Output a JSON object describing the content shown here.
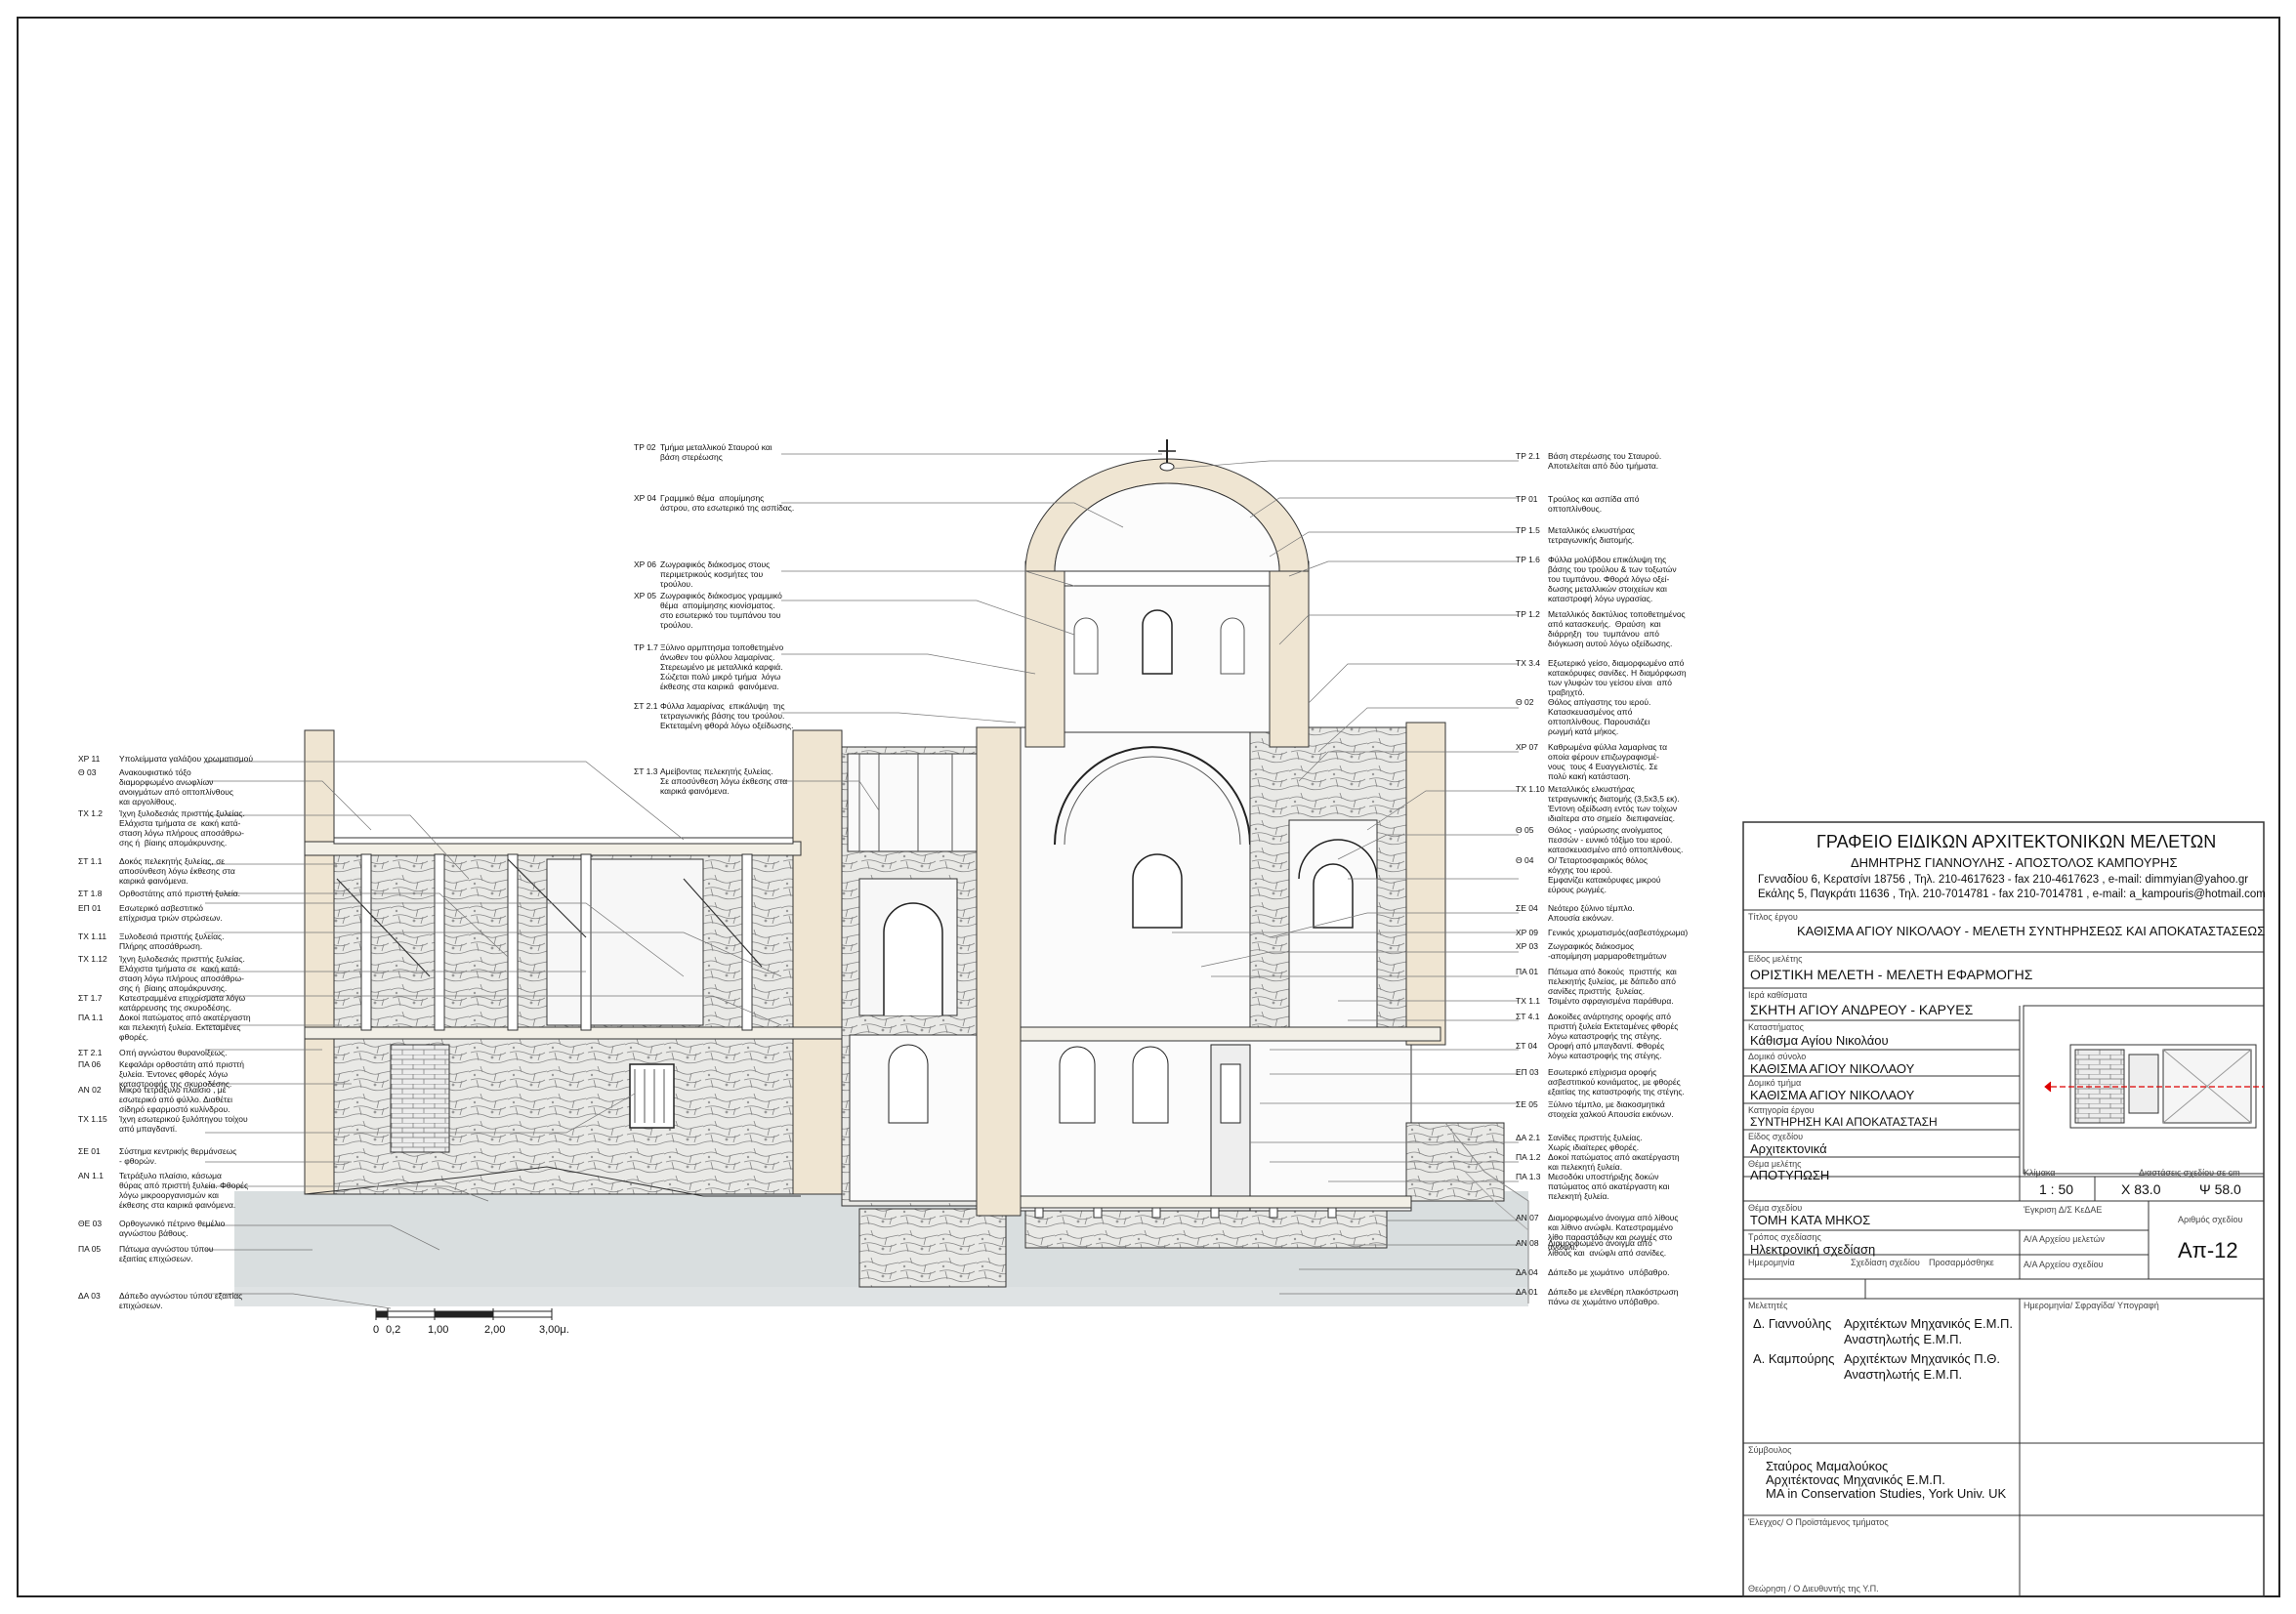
{
  "office": {
    "title": "ΓΡΑΦΕΙΟ ΕΙΔΙΚΩΝ ΑΡΧΙΤΕΚΤΟΝΙΚΩΝ ΜΕΛΕΤΩΝ",
    "names": "ΔΗΜΗΤΡΗΣ ΓΙΑΝΝΟΥΛΗΣ  -  ΑΠΟΣΤΟΛΟΣ ΚΑΜΠΟΥΡΗΣ",
    "address1": "Γενναδίου 6, Κερατσίνι 18756 , Τηλ. 210-4617623 - fax 210-4617623 , e-mail: dimmyian@yahoo.gr",
    "address2": "Εκάλης 5, Παγκράτι 11636 , Τηλ. 210-7014781 - fax 210-7014781 , e-mail: a_kampouris@hotmail.com"
  },
  "titleblock": {
    "project_label": "Τίτλος έργου",
    "project": "ΚΑΘΙΣΜΑ ΑΓΙΟΥ ΝΙΚΟΛΑΟΥ - ΜΕΛΕΤΗ ΣΥΝΤΗΡΗΣΕΩΣ ΚΑΙ ΑΠΟΚΑΤΑΣΤΑΣΕΩΣ",
    "study_label": "Είδος μελέτης",
    "study": "ΟΡΙΣΤΙΚΗ ΜΕΛΕΤΗ - ΜΕΛΕΤΗ ΕΦΑΡΜΟΓΗΣ",
    "place_label": "Ιερά καθίσματα",
    "place": "ΣΚΗΤΗ ΑΓΙΟΥ ΑΝΔΡΕΟΥ - ΚΑΡΥΕΣ",
    "location_label": "Καταστήματος",
    "location": "Κάθισμα Αγίου Νικολάου",
    "complex_label": "Δομικό σύνολο",
    "complex": "ΚΑΘΙΣΜΑ ΑΓΙΟΥ ΝΙΚΟΛΑΟΥ",
    "building_label": "Δομικό τμήμα",
    "building": "ΚΑΘΙΣΜΑ ΑΓΙΟΥ ΝΙΚΟΛΑΟΥ",
    "category_label": "Κατηγορία έργου",
    "category": "ΣΥΝΤΗΡΗΣΗ ΚΑΙ ΑΠΟΚΑΤΑΣΤΑΣΗ",
    "type_label": "Είδος σχεδίου",
    "type": "Αρχιτεκτονικά",
    "subject_label": "Θέμα μελέτης",
    "subject": "ΑΠΟΤΥΠΩΣΗ",
    "scale_label": "Κλίμακα",
    "scale": "1 : 50",
    "dims_label": "Διαστάσεις σχεδίου σε cm",
    "dim_x": "Χ  83.0",
    "dim_y": "Ψ  58.0",
    "drawing_label": "Θέμα σχεδίου",
    "drawing": "ΤΟΜΗ ΚΑΤΑ ΜΗΚΟΣ",
    "ref_label": "Έγκριση Δ/Σ ΚεΔΑΕ",
    "method_label": "Τρόπος σχεδίασης",
    "method": "Ηλεκτρονική σχεδίαση",
    "number_label": "Αριθμός σχεδίου",
    "number": "Απ-12",
    "date_label": "Ημερομηνία",
    "drawn_label": "Σχεδίαση σχεδίου",
    "check_label": "Προσαρμόσθηκε",
    "ref2_label": "Α/Α Αρχείου μελετών",
    "ref3_label": "Α/Α Αρχείου σχεδίου",
    "ref4_label": "Α/Α Αρχείου σχεδίου",
    "engineers_label": "Μελετητές",
    "eng1_name": "Δ. Γιαννούλης",
    "eng1_role1": "Αρχιτέκτων Μηχανικός Ε.Μ.Π.",
    "eng1_role2": "Αναστηλωτής Ε.Μ.Π.",
    "eng2_name": "Α. Καμπούρης",
    "eng2_role1": "Αρχιτέκτων Μηχανικός Π.Θ.",
    "eng2_role2": "Αναστηλωτής Ε.Μ.Π.",
    "sign_label": "Ημερομηνία/ Σφραγίδα/ Υπογραφή",
    "advisor_label": "Σύμβουλος",
    "advisor1": "Σταύρος  Μαμαλούκος",
    "advisor2": "Αρχιτέκτονας Μηχανικός Ε.Μ.Π.",
    "advisor3": "MA in Conservation Studies, York Univ. UK",
    "approve_label": "Έλεγχος/ Ο Προϊστάμενος τμήματος",
    "approve2_label": "Θεώρηση / Ο Διευθυντής της Υ.Π."
  },
  "scale_bar": {
    "t0": "0",
    "t1": "0,2",
    "t2": "1,00",
    "t3": "2,00",
    "t4": "3,00μ."
  },
  "annotations_left": [
    {
      "code": "ΧΡ  11",
      "text": "Υπολείμματα γαλάζιου χρωματισμού"
    },
    {
      "code": "Θ  03",
      "text": "Ανακουφιστικό τόξο\nδιαμορφωμένο ανωφλίων\nανοιγμάτων από οπτοπλίνθους\nκαι αργολίθους."
    },
    {
      "code": "ΤΧ  1.2",
      "text": "Ίχνη ξυλοδεσιάς πρισττής ξυλείας.\nΕλάχιστα τμήματα σε  κακή κατά-\nσταση λόγω πλήρους αποσάθρω-\nσης ή  βίαιης απομάκρυνσης."
    },
    {
      "code": "ΣΤ  1.1",
      "text": "Δοκός πελεκητής ξυλείας, σε\nαποσύνθεση λόγω έκθεσης στα\nκαιρικά φαινόμενα."
    },
    {
      "code": "ΣΤ  1.8",
      "text": "Ορθοστάτης από πρισττή ξυλεία."
    },
    {
      "code": "ΕΠ  01",
      "text": "Εσωτερικό ασβεστιτικό\nεπίχρισμα τριών στρώσεων."
    },
    {
      "code": "ΤΧ  1.11",
      "text": "Ξυλοδεσιά πρισττής ξυλείας.\nΠλήρης αποσάθρωση."
    },
    {
      "code": "ΤΧ  1.12",
      "text": "Ίχνη ξυλοδεσιάς πρισττής ξυλείας.\nΕλάχιστα τμήματα σε  κακή κατά-\nσταση λόγω πλήρους αποσάθρω-\nσης ή  βίαιης απομάκρυνσης."
    },
    {
      "code": "ΣΤ  1.7",
      "text": "Κατεστραμμένα επιχρίσματα λόγω\nκατάρρευσης της σκυροδέσης."
    },
    {
      "code": "ΠΑ  1.1",
      "text": "Δοκοί πατώματος από ακατέργαστη\nκαι πελεκητή ξυλεία. Εκτεταμένες\nφθορές."
    },
    {
      "code": "ΣΤ  2.1",
      "text": "Οπή αγνώστου θυρανοίξεως."
    },
    {
      "code": "ΠΑ  06",
      "text": "Κεφαλάρι ορθοστάτη από πρισττή\nξυλεία. Έντονες φθορές λόγω\nκαταστροφής της σκυροδέσης."
    },
    {
      "code": "ΑΝ  02",
      "text": "Μικρό τετράξυλο πλαίσιο , με\nεσωτερικό από φύλλο. Διαθέτει\nσίδηρό εφαρμοστό κυλίνδρου."
    },
    {
      "code": "ΤΧ  1.15",
      "text": "Ίχνη εσωτερικού ξυλόπηγου τοίχου\nαπό μπαγδαντί."
    },
    {
      "code": "ΣΕ  01",
      "text": "Σύστημα κεντρικής θερμάνσεως\n- φθορών."
    },
    {
      "code": "ΑΝ  1.1",
      "text": "Τετράξυλο πλαίσιο, κάσωμα\nθύρας από πρισττή ξυλεία. Φθορές\nλόγω μικροοργανισμών και\nέκθεσης στα καιρικά φαινόμενα."
    },
    {
      "code": "ΘΕ  03",
      "text": "Ορθογωνικό πέτρινο θεμέλιο\nαγνώστου βάθους."
    },
    {
      "code": "ΠΑ  05",
      "text": "Πάτωμα αγνώστου τύπου\nεξαιτίας επιχώσεων."
    },
    {
      "code": "ΔΑ  03",
      "text": "Δάπεδο αγνώστου τύπου εξαιτίας\nεπιχώσεων."
    }
  ],
  "annotations_center": [
    {
      "code": "ΤΡ  02",
      "text": "Τμήμα μεταλλικού Σταυρού και\nβάση στερέωσης"
    },
    {
      "code": "ΧΡ  04",
      "text": "Γραμμικό θέμα  απομίμησης\nάστρου, στο εσωτερικό της ασπίδας."
    },
    {
      "code": "ΧΡ  06",
      "text": "Ζωγραφικός διάκοσμος στους\nπεριμετρικούς κοσμήτες του\nτρούλου."
    },
    {
      "code": "ΧΡ  05",
      "text": "Ζωγραφικός διάκοσμος γραμμικό\nθέμα  απομίμησης κιονίσματος.\nστο εσωτερικό του τυμπάνου του\nτρούλου."
    },
    {
      "code": "ΤΡ  1.7",
      "text": "Ξύλινο αρμπτησμα τοποθετημένο\nάνωθεν του φύλλου λαμαρίνας.\nΣτερεωμένο με μεταλλικά καρφιά.\nΣώζεται πολύ μικρό τμήμα  λόγω\nέκθεσης στα καιρικά  φαινόμενα."
    },
    {
      "code": "ΣΤ  2.1",
      "text": "Φύλλα λαμαρίνας  επικάλυψη  της\nτετραγωνικής βάσης του τρούλου.\nΕκτεταμένη φθορά λόγω οξείδωσης."
    },
    {
      "code": "ΣΤ  1.3",
      "text": "Αμείβοντας πελεκητής ξυλείας.\nΣε αποσύνθεση λόγω έκθεσης στα\nκαιρικά φαινόμενα."
    }
  ],
  "annotations_right": [
    {
      "code": "ΤΡ  2.1",
      "text": "Βάση στερέωσης του Σταυρού.\nΑποτελείται από δύο τμήματα."
    },
    {
      "code": "ΤΡ  01",
      "text": "Τρούλος και ασπίδα από\nοπτοπλίνθους."
    },
    {
      "code": "ΤΡ  1.5",
      "text": "Μεταλλικός ελκυστήρας\nτετραγωνικής διατομής."
    },
    {
      "code": "ΤΡ  1.6",
      "text": "Φύλλα μολύβδου επικάλυψη της\nβάσης του τρούλου & των τοξωτών\nτου τυμπάνου. Φθορά λόγω οξεί-\nδωσης μεταλλικών στοιχείων και\nκαταστροφή λόγω υγρασίας."
    },
    {
      "code": "ΤΡ  1.2",
      "text": "Μεταλλικός δακτύλιος τοποθετημένος\nαπό κατασκευής.  Θραύση  και\nδιάρρηξη  του  τυμπάνου  από\nδιόγκωση αυτού λόγω οξείδωσης."
    },
    {
      "code": "ΤΧ  3.4",
      "text": "Εξωτερικό γείσο, διαμορφωμένο από\nκατακόρυφες σανίδες. Η διαμόρφωση\nτων γλυφών του γείσου είναι  από\nτραβηχτό."
    },
    {
      "code": "Θ  02",
      "text": "Θόλος απίγαστης του ιερού.\nΚατασκευασμένος από\nοπτοπλίνθους. Παρουσιάζει\nρωγμή κατά μήκος."
    },
    {
      "code": "ΧΡ  07",
      "text": "Καθρωμένα φύλλα λαμαρίνας τα\nοποία φέρουν επιζωγραφισμέ-\nνους  τους 4 Ευαγγελιστές. Σε\nπολύ κακή κατάσταση."
    },
    {
      "code": "ΤΧ  1.10",
      "text": "Μεταλλικός ελκυστήρας\nτετραγωνικής διατομής (3,5x3,5 εκ).\nΈντονη οξείδωση εντός των τοίχων\nιδιαίτερα στο σημείο  διεπιφανείας."
    },
    {
      "code": "Θ  05",
      "text": "Θόλος - γιαύρωσης ανοίγματος\nπεσσών - ευνικό τόξίμο του ιερού.\nκατασκευασμένο από οπτοπλίνθους."
    },
    {
      "code": "Θ  04",
      "text": "Ο/ Τεταρτοσφαιρικός θόλος\nκόγχης του ιερού.\nΕμφανίζει κατακόρυφες μικρού\nεύρους ρωγμές."
    },
    {
      "code": "ΣΕ  04",
      "text": "Νεότερο ξύλινο τέμπλο.\nΑπουσία εικόνων."
    },
    {
      "code": "ΧΡ  09",
      "text": "Γενικός χρωματισμός(ασβεστόχρωμα)"
    },
    {
      "code": "ΧΡ  03",
      "text": "Ζωγραφικός διάκοσμος\n-απομίμηση μαρμαροθετημάτων"
    },
    {
      "code": "ΠΑ  01",
      "text": "Πάτωμα από δοκούς  πρισττής  και\nπελεκητής ξυλείας, με δάπεδο από\nσανίδες πρισττής  ξυλείας."
    },
    {
      "code": "ΤΧ  1.1",
      "text": "Τσιμέντο σφραγισμένα παράθυρα."
    },
    {
      "code": "ΣΤ  4.1",
      "text": "Δοκοίδες ανάρτησης οροφής από\nπρισττή ξυλεία Εκτεταμένες φθορές\nλόγω καταστροφής της στέγης."
    },
    {
      "code": "ΣΤ  04",
      "text": "Οροφή από μπαγδαντί. Φθορές\nλόγω καταστροφής της στέγης."
    },
    {
      "code": "ΕΠ  03",
      "text": "Εσωτερικό επίχρισμα οροφής\nασβεστιτικού κονιάματος, με φθορές\nεξαιτίας της καταστροφής της στέγης."
    },
    {
      "code": "ΣΕ  05",
      "text": "Ξύλινο τέμπλο, με διακοσμητικά\nστοιχεία χαλκού Απουσία εικόνων."
    },
    {
      "code": "ΔΑ  2.1",
      "text": "Σανίδες πρισττής ξυλείας.\nΧωρίς ιδιαίτερες φθορές."
    },
    {
      "code": "ΠΑ  1.2",
      "text": "Δοκοί πατώματος από ακατέργαστη\nκαι πελεκητή ξυλεία."
    },
    {
      "code": "ΠΑ  1.3",
      "text": "Μεσοδόκι υποστήριξης δοκών\nπατώματος από ακατέργαστη και\nπελεκητή ξυλεία."
    },
    {
      "code": "ΑΝ  07",
      "text": "Διαμορφωμένο άνοιγμα από λίθους\nκαι λίθινο ανώφλι. Κατεστραμμένο\nλίθο παραστάδων και ρωγμές στο\nανώφλι."
    },
    {
      "code": "ΑΝ  08",
      "text": "Διαμορφωμένο άνοιγμα από\nλίθους και  ανώφλι από σανίδες."
    },
    {
      "code": "ΔΑ  04",
      "text": "Δάπεδο με χωμάτινο  υπόβαθρο."
    },
    {
      "code": "ΔΑ  01",
      "text": "Δάπεδο με ελενθέρη πλακόστρωση\nπάνω σε χωμάτινο υπόβαθρο."
    }
  ]
}
